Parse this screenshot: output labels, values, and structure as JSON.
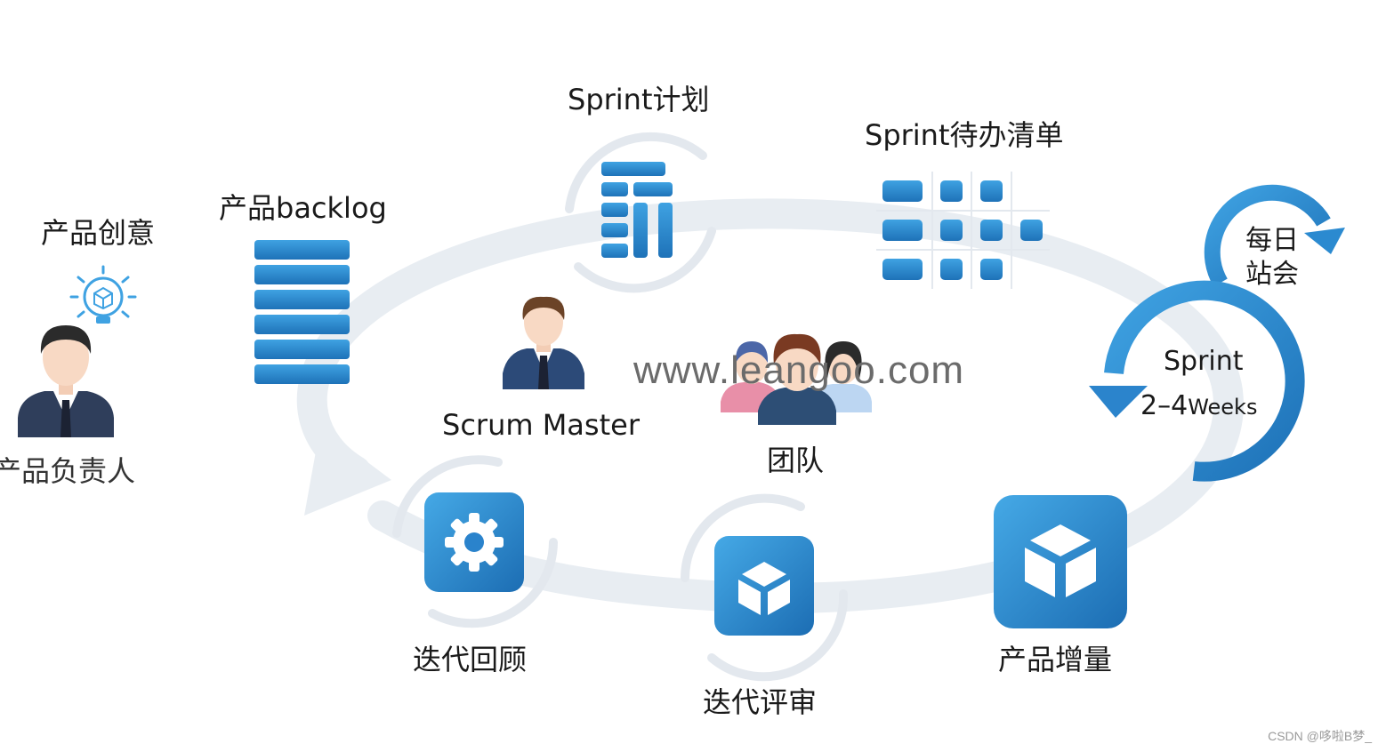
{
  "labels": {
    "product_idea": "产品创意",
    "product_owner": "产品负责人",
    "product_backlog": "产品backlog",
    "sprint_planning": "Sprint计划",
    "sprint_backlog": "Sprint待办清单",
    "daily_standup_line1": "每日",
    "daily_standup_line2": "站会",
    "sprint_title": "Sprint",
    "sprint_duration_num": "2–4",
    "sprint_duration_unit": "Weeks",
    "scrum_master": "Scrum Master",
    "team": "团队",
    "retrospective": "迭代回顾",
    "review": "迭代评审",
    "increment": "产品增量"
  },
  "watermark": "www.leangoo.com",
  "credit": "CSDN @哆啦B梦_",
  "colors": {
    "blue_dark": "#1E72B8",
    "blue_light": "#3FA2E2",
    "loop_gray": "#E8EDF2",
    "ring_gray": "#E3E8EE",
    "suit": "#2F3E5B"
  },
  "icons": [
    "lightbulb-icon",
    "gear-icon",
    "cube-icon",
    "cycle-arrow-icon"
  ]
}
